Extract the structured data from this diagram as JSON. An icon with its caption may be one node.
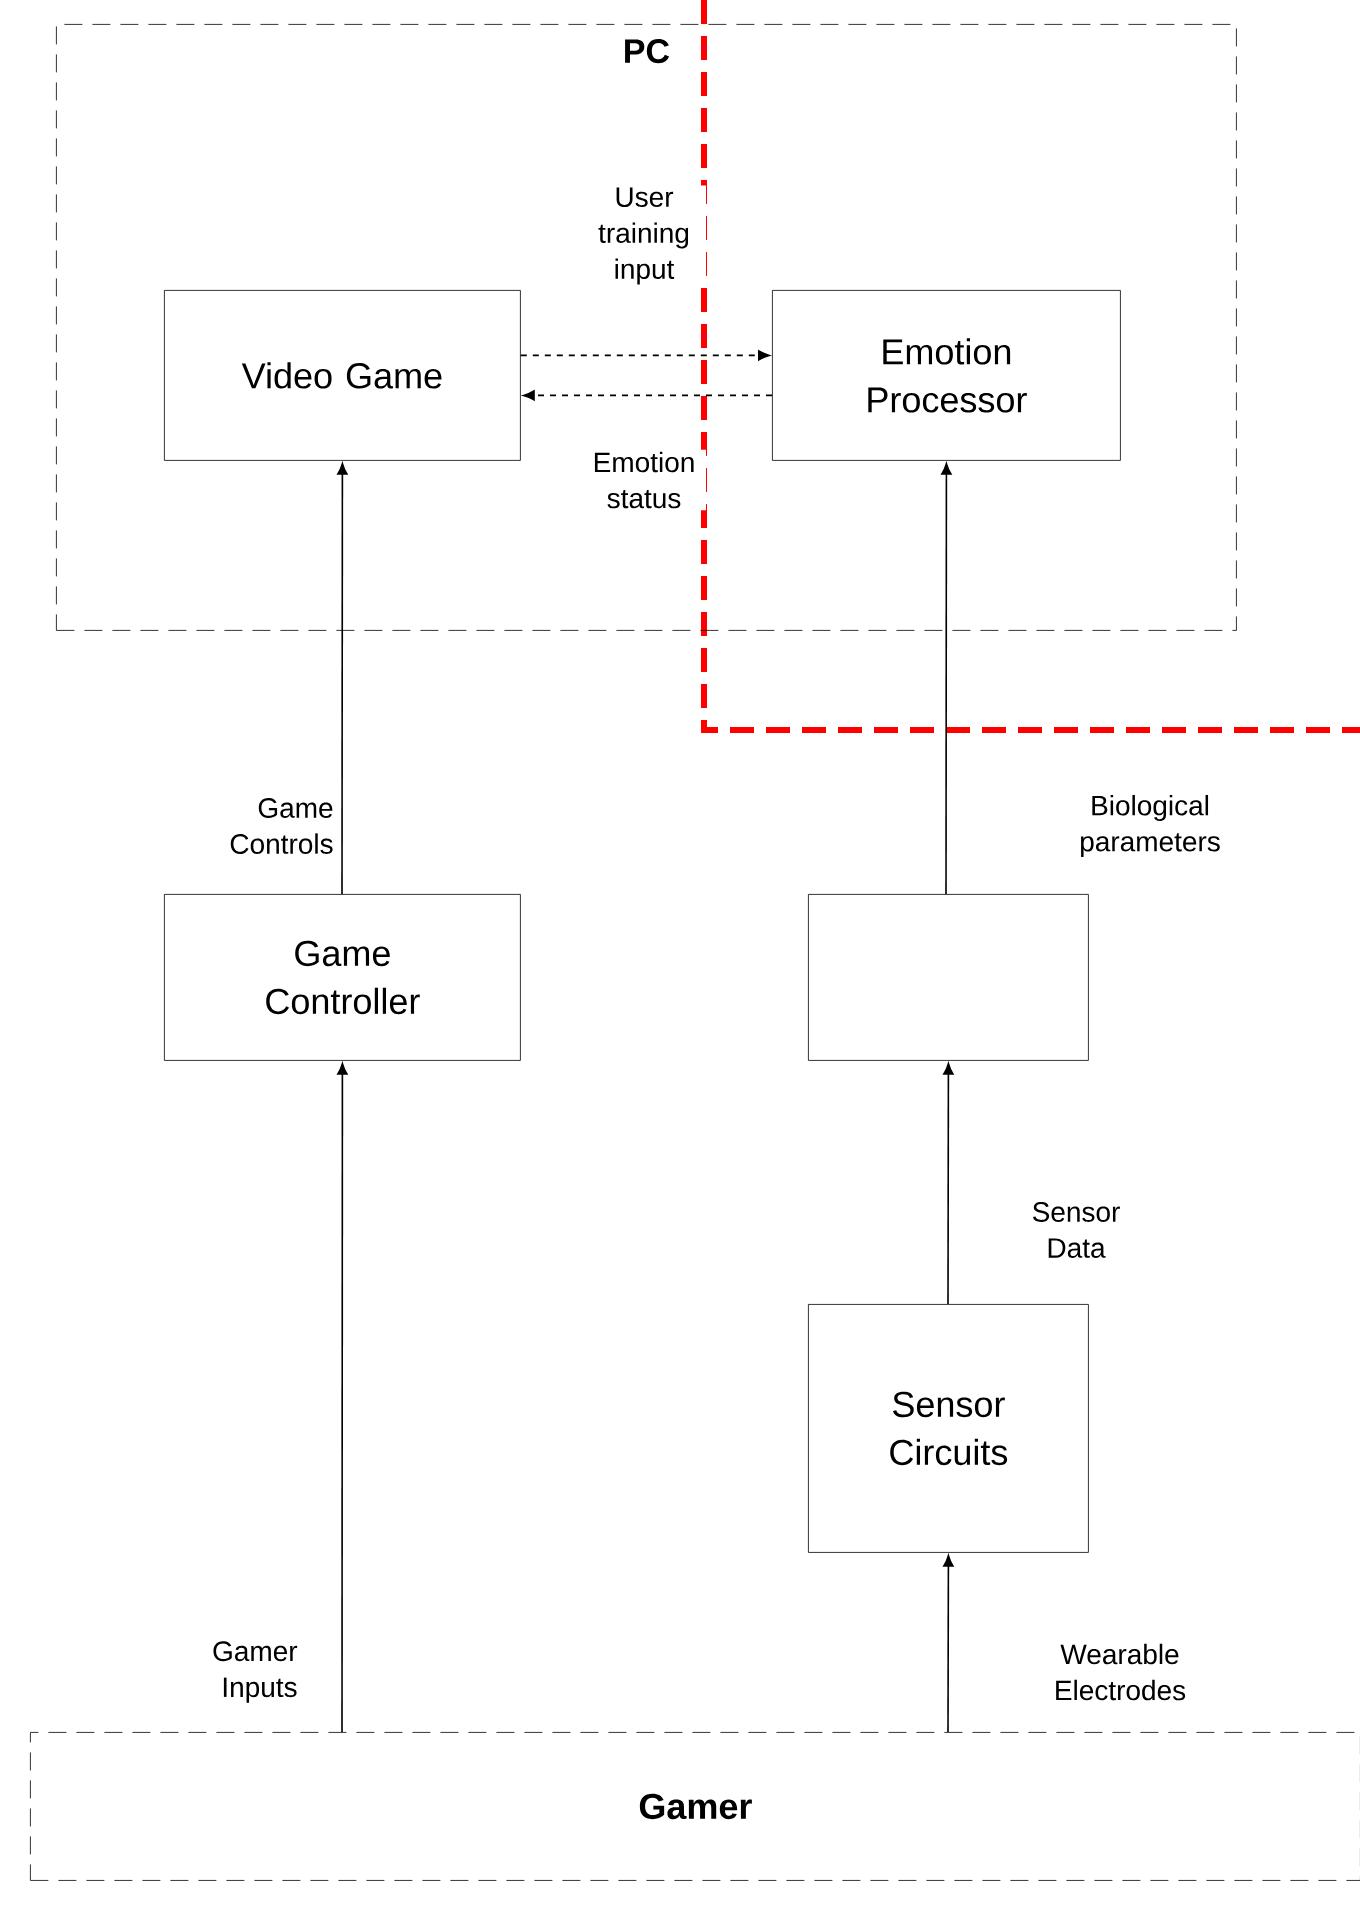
{
  "diagram": {
    "nodes": [
      {
        "text": [
          "PC"
        ]
      },
      {
        "text": [
          "Video Game"
        ],
        "in": 0
      },
      {
        "text": [
          "Emotion Processor"
        ],
        "in": 0
      },
      {
        "text": [
          "Game Controller"
        ]
      },
      {
        "text": [],
        "shape": "box"
      },
      {
        "text": [
          "Sensor Circuits"
        ]
      },
      {
        "text": [
          "Gamer"
        ]
      }
    ],
    "edges": [
      {
        "from": 1,
        "to": 2,
        "arrow": "to",
        "style": "dashed",
        "label": "User training input"
      },
      {
        "from": 2,
        "to": 1,
        "arrow": "to",
        "style": "dashed",
        "label": "Emotion status"
      },
      {
        "from": 3,
        "to": 1,
        "arrow": "to",
        "label": "Game Controls"
      },
      {
        "from": 4,
        "to": 2,
        "arrow": "to",
        "label": "Biological parameters"
      },
      {
        "from": 5,
        "to": 4,
        "arrow": "to",
        "label": "Sensor Data"
      },
      {
        "from": 6,
        "to": 3,
        "arrow": "to",
        "label": "Gamer Inputs"
      },
      {
        "from": 6,
        "to": 5,
        "arrow": "to",
        "label": "Wearable Electrodes"
      }
    ]
  }
}
